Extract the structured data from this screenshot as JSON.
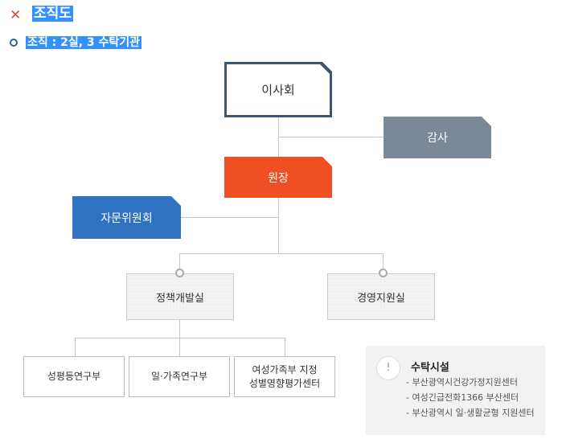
{
  "header": {
    "title": "조직도",
    "subtitle": "조직 : 2실, 3 수탁기관"
  },
  "org": {
    "board": "이사회",
    "auditor": "감사",
    "director": "원장",
    "advisory": "자문위원회",
    "units": [
      "정책개발실",
      "경영지원실"
    ],
    "teams": [
      "성평등연구부",
      "일·가족연구부",
      "여성가족부 지정",
      "성별영향평가센터"
    ]
  },
  "facilities": {
    "title": "수탁시설",
    "items": [
      "부산광역시건강가정지원센터",
      "여성긴급전화1366 부산센터",
      "부산광역시 일·생활균형 지원센터"
    ],
    "icon_text": "!"
  },
  "colors": {
    "board_border": "#3d5573",
    "auditor": "#7a8899",
    "director": "#f04e23",
    "advisory": "#2f73c0"
  }
}
